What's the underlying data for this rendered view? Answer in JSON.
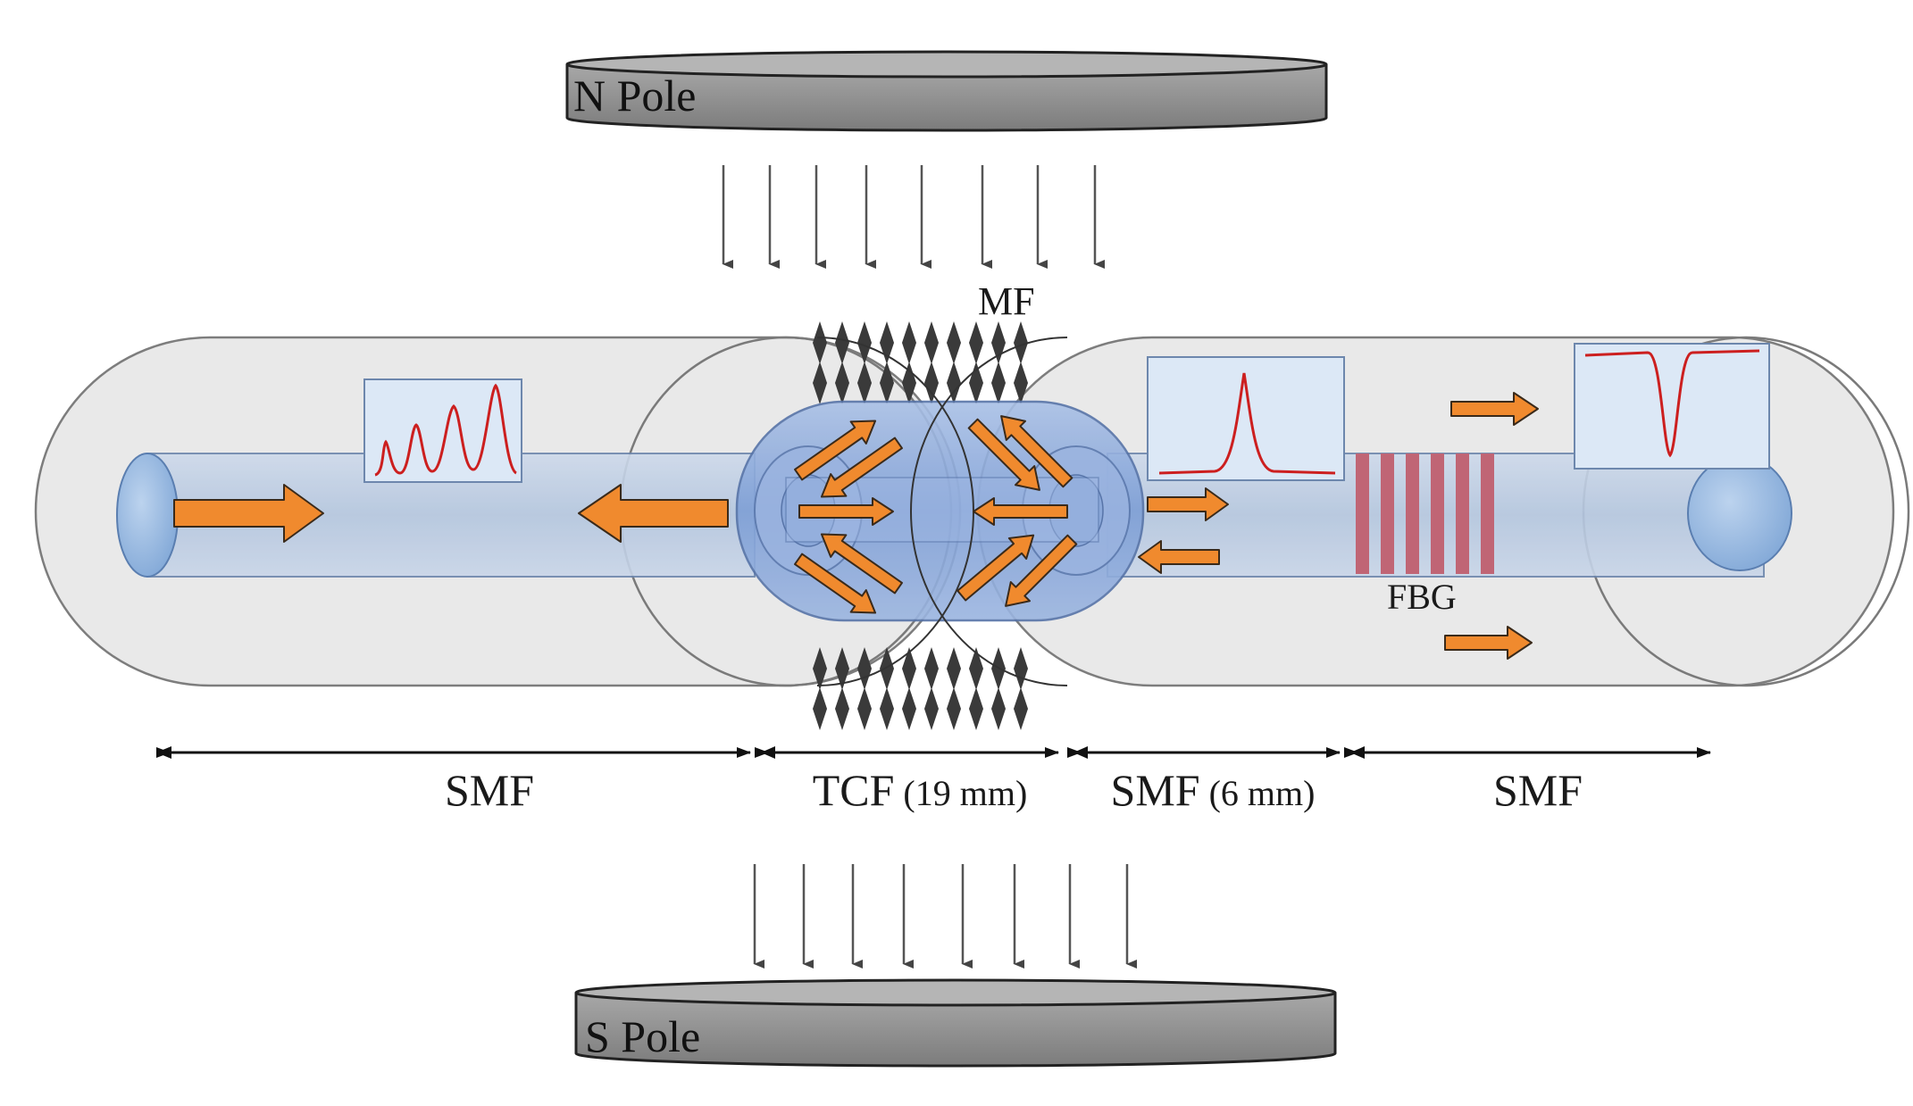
{
  "poles": {
    "north": "N Pole",
    "south": "S Pole"
  },
  "labels": {
    "magnetic_fluid": "MF",
    "fbg": "FBG"
  },
  "segments": [
    {
      "name": "SMF",
      "detail": ""
    },
    {
      "name": "TCF",
      "detail": "(19 mm)"
    },
    {
      "name": "SMF",
      "detail": "(6 mm)"
    },
    {
      "name": "SMF",
      "detail": ""
    }
  ],
  "colors": {
    "pole_fill": "#8c8c8c",
    "outer_tube": "#e6e6e6",
    "inner_core": "#b9cbe4",
    "tcf_body": "#8aa8d8",
    "arrow": "#f08a2e",
    "spectrum_line": "#cc1f1f",
    "fbg_grating": "#c06575",
    "inset_bg": "#dce8f6"
  },
  "icons": [
    "field-down-arrow-icon",
    "light-propagation-arrow-icon",
    "magnetic-particle-icon"
  ]
}
